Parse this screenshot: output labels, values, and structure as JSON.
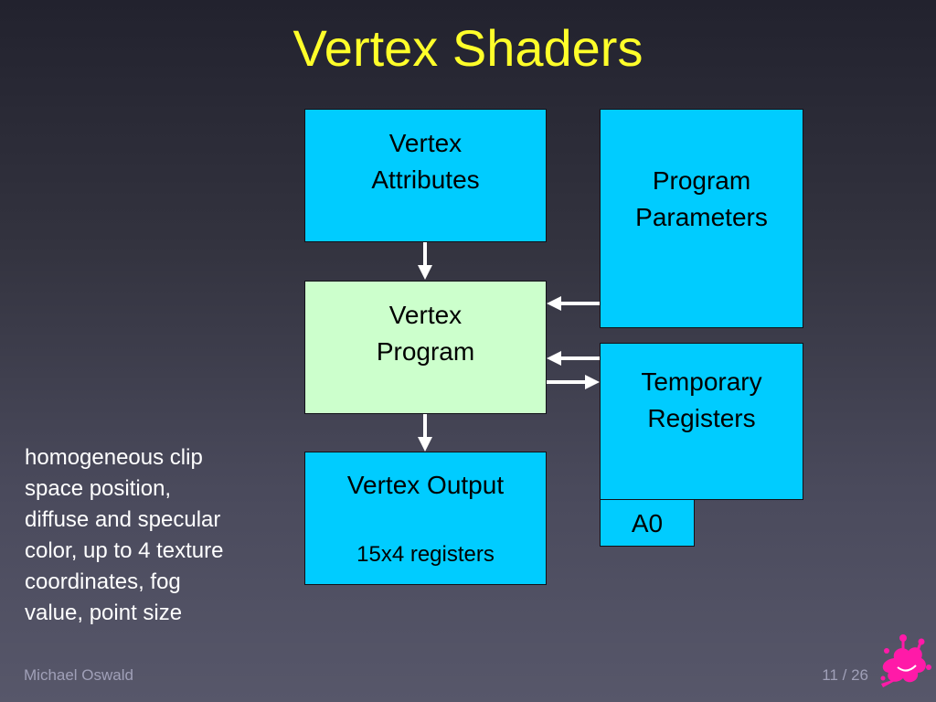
{
  "slide": {
    "title": "Vertex Shaders",
    "author": "Michael Oswald",
    "page": "11 / 26"
  },
  "boxes": {
    "attributes": {
      "line1": "Vertex",
      "line2": "Attributes"
    },
    "program": {
      "line1": "Vertex",
      "line2": "Program"
    },
    "output": {
      "label": "Vertex Output",
      "sub": "15x4 registers"
    },
    "parameters": {
      "line1": "Program",
      "line2": "Parameters"
    },
    "temporary": {
      "line1": "Temporary",
      "line2": "Registers"
    },
    "a0": {
      "label": "A0"
    }
  },
  "note": {
    "lines": [
      "homogeneous clip",
      "space position,",
      "diffuse and specular",
      "color, up to 4 texture",
      "coordinates, fog",
      "value, point size"
    ]
  },
  "colors": {
    "background_top": "#22222e",
    "background_bottom": "#57576a",
    "title": "#ffff2a",
    "box_blue": "#00ccff",
    "box_green": "#ccffcc",
    "arrow": "#ffffff",
    "logo": "#ff1aa8"
  },
  "icons": {
    "logo": "splat-logo-icon"
  }
}
